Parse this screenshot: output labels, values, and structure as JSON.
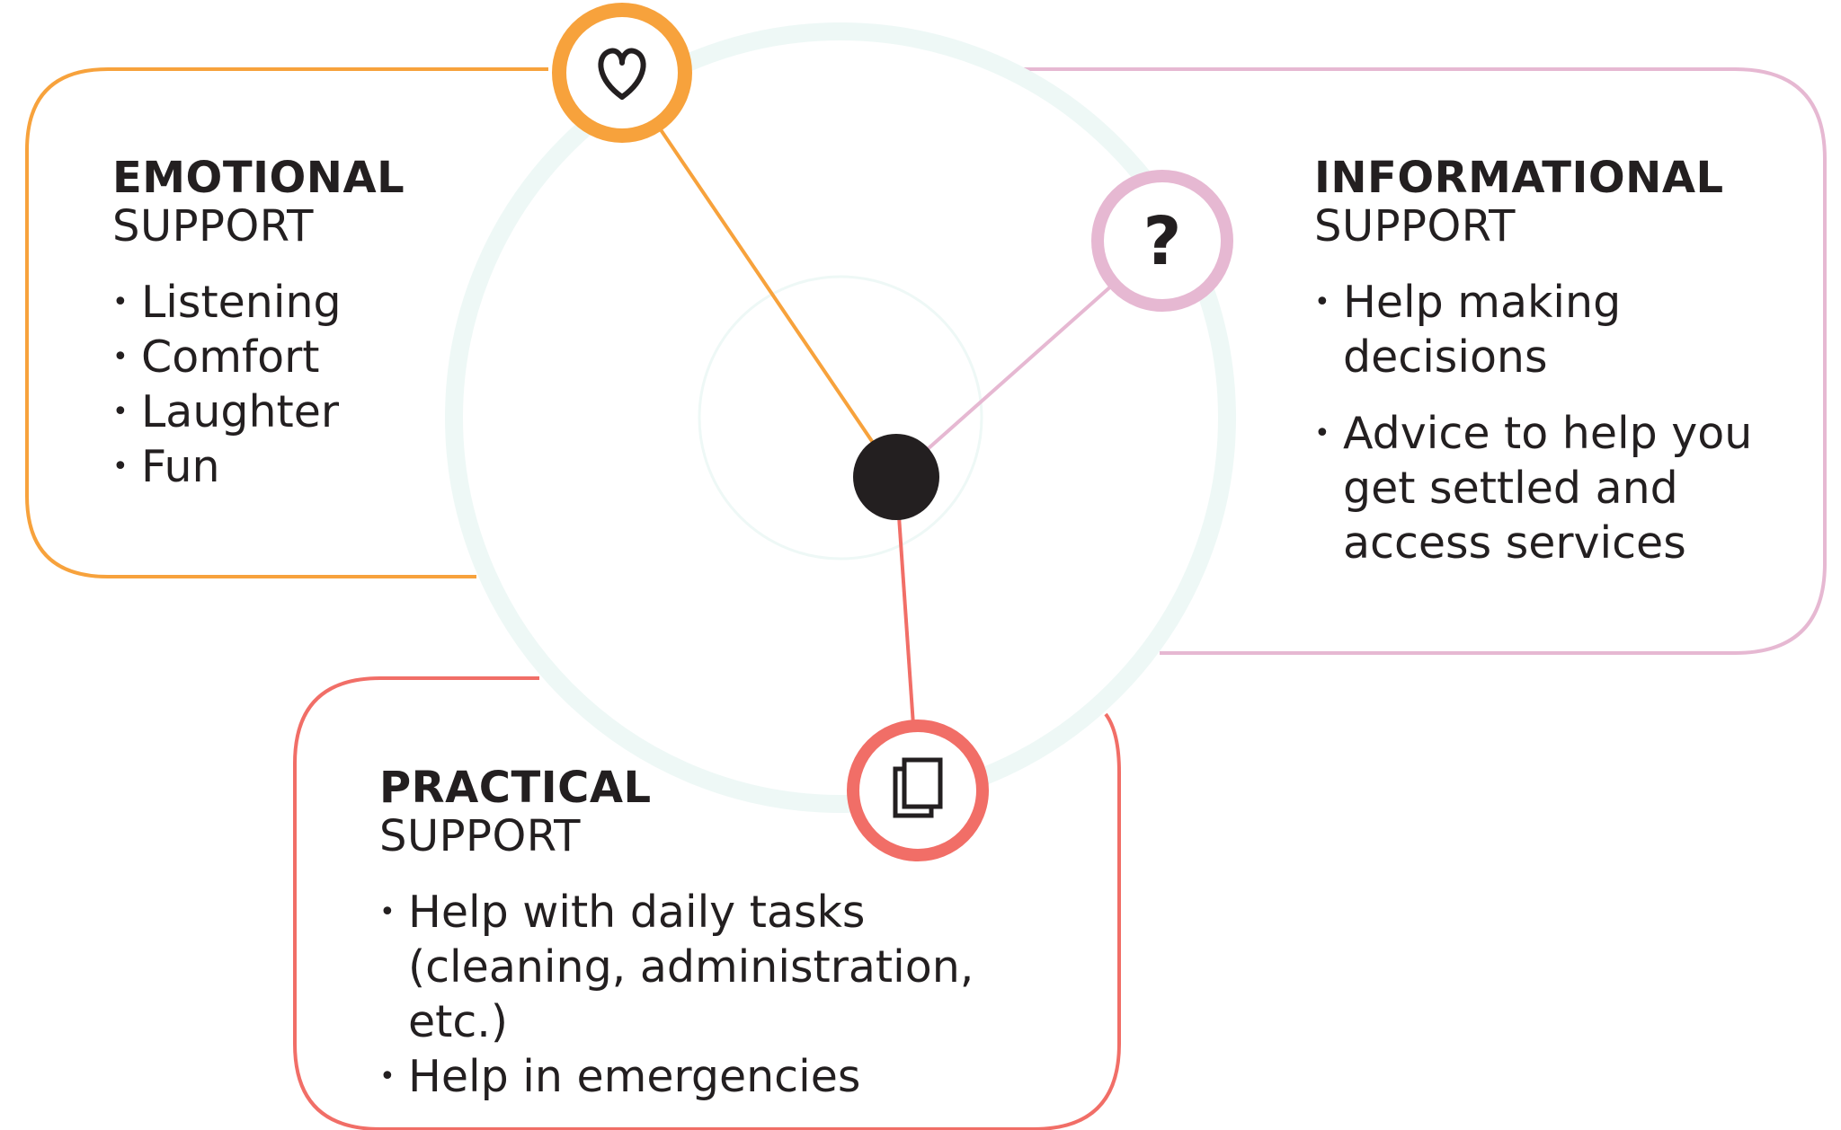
{
  "colors": {
    "emotional": "#f7a23c",
    "informational": "#e6b8d2",
    "practical": "#f16e67",
    "ring": "#eef8f6",
    "center": "#231f20",
    "text": "#231f20"
  },
  "hub": {
    "icon": "center-dot"
  },
  "emotional": {
    "heading_bold": "EMOTIONAL",
    "heading_light": "SUPPORT",
    "icon": "heart-icon",
    "items": [
      "Listening",
      "Comfort",
      "Laughter",
      "Fun"
    ]
  },
  "informational": {
    "heading_bold": "INFORMATIONAL",
    "heading_light": "SUPPORT",
    "icon": "question-icon",
    "icon_glyph": "?",
    "items": [
      "Help making decisions",
      "Advice to help you get settled and access services"
    ]
  },
  "practical": {
    "heading_bold": "PRACTICAL",
    "heading_light": "SUPPORT",
    "icon": "documents-icon",
    "items": [
      "Help with daily tasks (cleaning, administration, etc.)",
      "Help in emergencies"
    ]
  }
}
